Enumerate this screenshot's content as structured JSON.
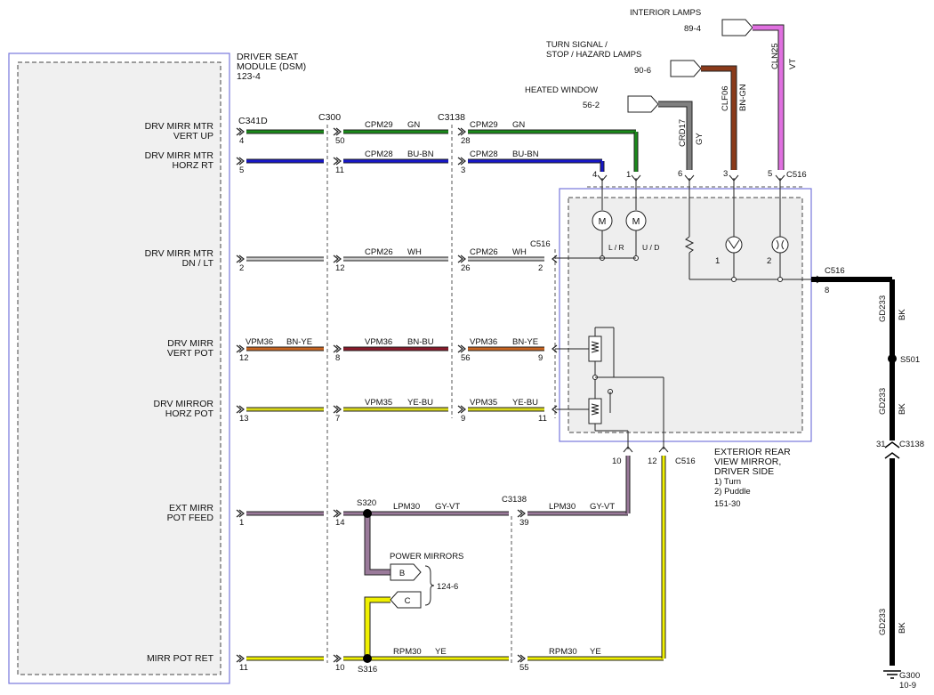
{
  "dsm": {
    "name_line1": "DRIVER SEAT",
    "name_line2": "MODULE (DSM)",
    "ref": "123-4"
  },
  "connectors": {
    "c341d": "C341D",
    "c300": "C300",
    "c3138": "C3138",
    "c516": "C516"
  },
  "circuits": [
    {
      "label_l1": "DRV MIRR MTR",
      "label_l2": "VERT UP",
      "pin_dsm": "4",
      "pin_c300": "50",
      "pin_c3138": "28",
      "pin_c516": "1",
      "circuit_a": "CPM29",
      "color_a": "GN",
      "circuit_b": "CPM29",
      "color_b": "GN",
      "wire": "#1a8a1a"
    },
    {
      "label_l1": "DRV MIRR MTR",
      "label_l2": "HORZ RT",
      "pin_dsm": "5",
      "pin_c300": "11",
      "pin_c3138": "3",
      "pin_c516": "4",
      "circuit_a": "CPM28",
      "color_a": "BU-BN",
      "circuit_b": "CPM28",
      "color_b": "BU-BN",
      "wire": "#1717c8"
    },
    {
      "label_l1": "DRV MIRR MTR",
      "label_l2": "DN / LT",
      "pin_dsm": "2",
      "pin_c300": "12",
      "pin_c3138": "26",
      "pin_c516": "2",
      "circuit_a": "CPM26",
      "color_a": "WH",
      "circuit_b": "CPM26",
      "color_b": "WH",
      "wire": "#c8c8c8"
    },
    {
      "label_l1": "DRV MIRR",
      "label_l2": "VERT POT",
      "pin_dsm": "12",
      "pin_c300": "8",
      "pin_c3138": "56",
      "pin_c516": "9",
      "circuit_pre": "VPM36",
      "color_pre": "BN-YE",
      "circuit_a": "VPM36",
      "color_a": "BN-BU",
      "circuit_b": "VPM36",
      "color_b": "BN-YE",
      "wire": "#c86420",
      "wire_mid": "#8a1a2a"
    },
    {
      "label_l1": "DRV MIRROR",
      "label_l2": "HORZ POT",
      "pin_dsm": "13",
      "pin_c300": "7",
      "pin_c3138": "9",
      "pin_c516": "11",
      "circuit_a": "VPM35",
      "color_a": "YE-BU",
      "circuit_b": "VPM35",
      "color_b": "YE-BU",
      "wire": "#d8d81a"
    },
    {
      "label_l1": "EXT MIRR",
      "label_l2": "POT FEED",
      "pin_dsm": "1",
      "pin_c300": "14",
      "pin_c3138": "39",
      "pin_c516": "10",
      "circuit_a": "LPM30",
      "color_a": "GY-VT",
      "circuit_b": "LPM30",
      "color_b": "GY-VT",
      "wire": "#9a7a9a"
    },
    {
      "label_l1": "MIRR POT RET",
      "label_l2": "",
      "pin_dsm": "11",
      "pin_c300": "10",
      "pin_c3138": "55",
      "pin_c516": "12",
      "circuit_a": "RPM30",
      "color_a": "YE",
      "circuit_b": "RPM30",
      "color_b": "YE",
      "wire": "#f0f000"
    }
  ],
  "splices": {
    "s320": "S320",
    "s316": "S316",
    "s501": "S501"
  },
  "power_mirrors": {
    "label": "POWER MIRRORS",
    "ref": "124-6",
    "b": "B",
    "c": "C"
  },
  "top_feeds": [
    {
      "title_l1": "INTERIOR LAMPS",
      "title_l2": "",
      "ref": "89-4",
      "circuit": "CLN25",
      "color": "VT",
      "pin": "5",
      "wire": "#e070e0"
    },
    {
      "title_l1": "TURN SIGNAL /",
      "title_l2": "STOP / HAZARD LAMPS",
      "ref": "90-6",
      "circuit": "CLF06",
      "color": "BN-GN",
      "pin": "3",
      "wire": "#8a3a1a"
    },
    {
      "title_l1": "HEATED WINDOW",
      "title_l2": "",
      "ref": "56-2",
      "circuit": "CRD17",
      "color": "GY",
      "pin": "6",
      "wire": "#808080"
    }
  ],
  "mirror": {
    "name_l1": "EXTERIOR REAR",
    "name_l2": "VIEW MIRROR,",
    "name_l3": "DRIVER SIDE",
    "opt1": "1) Turn",
    "opt2": "2) Puddle",
    "ref": "151-30",
    "motor": "M",
    "lr": "L / R",
    "ud": "U / D",
    "lamp1": "1",
    "lamp2": "2",
    "ground_pin": "8"
  },
  "ground": {
    "circuit": "GD233",
    "color": "BK",
    "c3138_pin": "31",
    "g300": "G300",
    "g300_ref": "10-9"
  }
}
